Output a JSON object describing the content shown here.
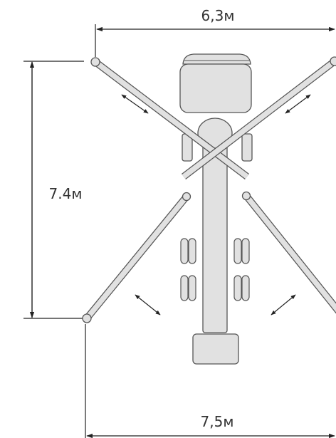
{
  "dimensions": {
    "top_width": "6,3м",
    "height": "7.4м",
    "bottom_width": "7,5м"
  },
  "colors": {
    "machine_fill": "#e1e1e1",
    "outline": "#555555",
    "dimension_line": "#222222",
    "label": "#333333"
  },
  "icons": {
    "motion_indicator": "double-arrow-icon",
    "dimension_marker": "arrowhead-icon"
  }
}
